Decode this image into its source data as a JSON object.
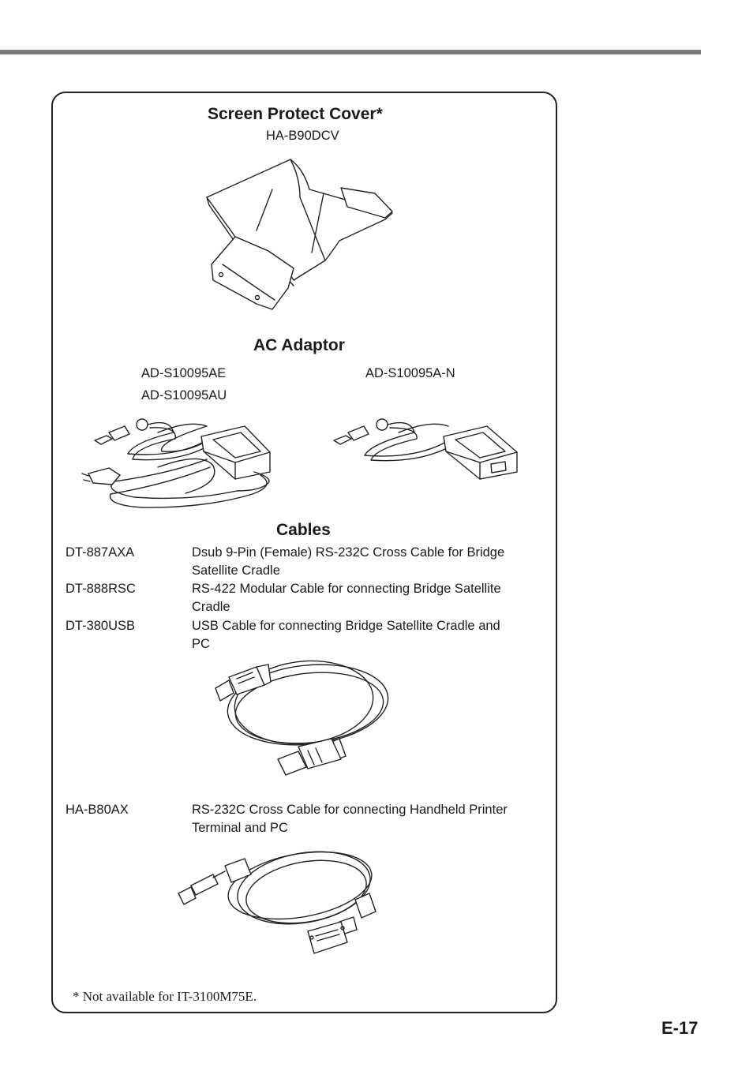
{
  "sections": {
    "cover": {
      "title": "Screen Protect Cover*",
      "model": "HA-B90DCV"
    },
    "adaptor": {
      "title": "AC Adaptor",
      "model_left_1": "AD-S10095AE",
      "model_left_2": "AD-S10095AU",
      "model_right": "AD-S10095A-N"
    },
    "cables": {
      "title": "Cables",
      "items": [
        {
          "model": "DT-887AXA",
          "desc_1": "Dsub 9-Pin (Female) RS-232C Cross Cable for Bridge",
          "desc_2": "Satellite Cradle"
        },
        {
          "model": "DT-888RSC",
          "desc_1": "RS-422 Modular Cable for connecting Bridge Satellite",
          "desc_2": "Cradle"
        },
        {
          "model": "DT-380USB",
          "desc_1": "USB Cable for connecting Bridge Satellite Cradle and",
          "desc_2": "PC"
        },
        {
          "model": "HA-B80AX",
          "desc_1": "RS-232C Cross Cable for connecting Handheld Printer",
          "desc_2": "Terminal and PC"
        }
      ]
    }
  },
  "footnote": "*  Not available for IT-3100M75E.",
  "page_number": "E-17",
  "icons": [
    "screen-protect-cover-illustration",
    "ac-adaptor-with-plug-illustration",
    "ac-adaptor-illustration",
    "usb-cable-illustration",
    "rs232c-cable-illustration"
  ]
}
